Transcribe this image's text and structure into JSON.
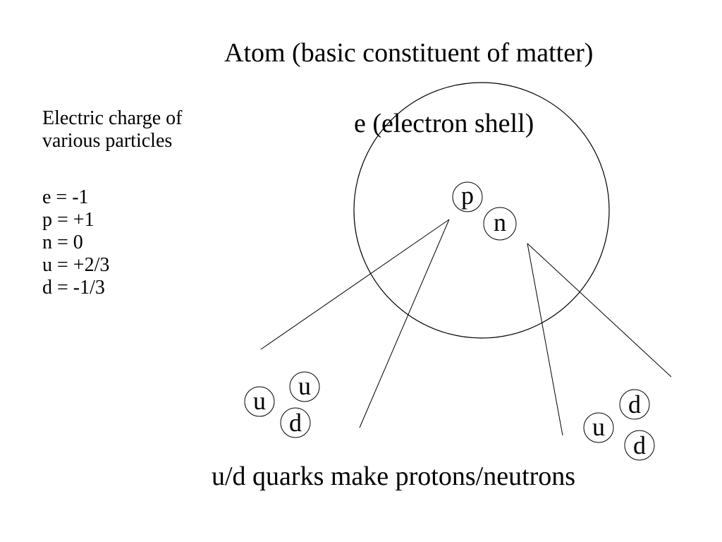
{
  "title": "Atom (basic constituent of matter)",
  "shell_label": "e (electron shell)",
  "caption": "u/d quarks make protons/neutrons",
  "charge_panel": {
    "heading_lines": [
      "Electric charge of",
      "various particles"
    ],
    "charges": [
      "e = -1",
      "p = +1",
      "n = 0",
      "u = +2/3",
      "d = -1/3"
    ]
  },
  "nucleons": {
    "proton": "p",
    "neutron": "n"
  },
  "proton_quarks": [
    "u",
    "u",
    "d"
  ],
  "neutron_quarks": [
    "u",
    "d",
    "d"
  ]
}
